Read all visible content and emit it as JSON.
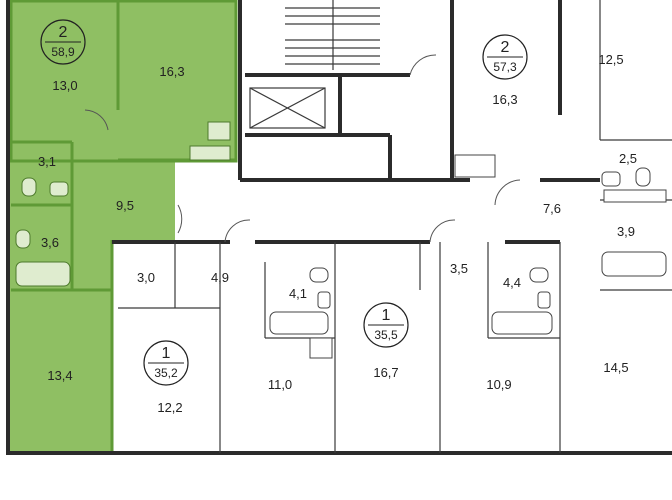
{
  "colors": {
    "selected_fill": "#8fbf63",
    "selected_wall": "#5f9a36",
    "wall": "#2b2b2b",
    "background": "#ffffff"
  },
  "highlighted_apartment": {
    "rooms_badge": "2",
    "area_badge": "58,9",
    "room_areas": [
      "13,0",
      "16,3",
      "3,1",
      "9,5",
      "3,6",
      "13,4"
    ]
  },
  "apartments": [
    {
      "rooms_badge": "2",
      "area_badge": "57,3",
      "room_areas": [
        "16,3",
        "12,5",
        "2,5",
        "7,6",
        "3,9",
        "14,5"
      ]
    },
    {
      "rooms_badge": "1",
      "area_badge": "35,2",
      "room_areas": [
        "3,0",
        "4,9",
        "12,2"
      ]
    },
    {
      "rooms_badge": "",
      "area_badge": "",
      "room_areas": [
        "4,1",
        "11,0"
      ]
    },
    {
      "rooms_badge": "1",
      "area_badge": "35,5",
      "room_areas": [
        "16,7"
      ]
    },
    {
      "rooms_badge": "",
      "area_badge": "",
      "room_areas": [
        "3,5",
        "4,4",
        "10,9"
      ]
    }
  ],
  "icons": [
    "stairs-icon",
    "elevator-icon",
    "bathtub-icon",
    "toilet-icon",
    "sink-icon",
    "kitchen-stove-icon"
  ]
}
